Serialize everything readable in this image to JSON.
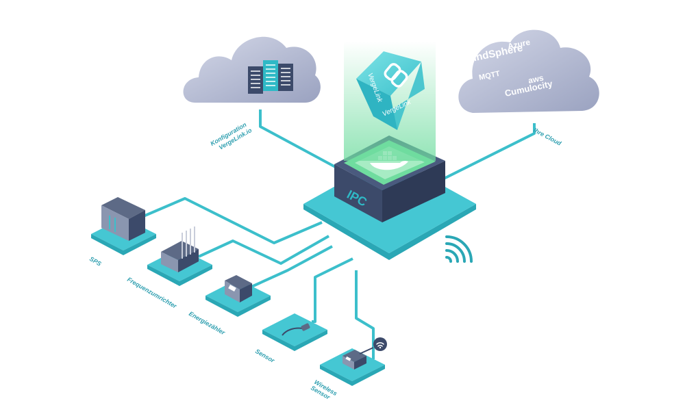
{
  "colors": {
    "teal": "#3fc3cf",
    "teal_dark": "#2aa7b5",
    "line": "#3cbfcb",
    "label": "#2f9fb0",
    "cloud": "#b9bfd6",
    "box_dark": "#3c4a6a",
    "green": "#7ed9a8"
  },
  "cloud_left": {
    "caption_line1": "Konfiguration",
    "caption_line2": "VergeLink.io"
  },
  "cloud_right": {
    "caption": "Ihre Cloud",
    "brands": [
      "Azure",
      "MindSphere",
      "aws",
      "MQTT",
      "Cumulocity"
    ]
  },
  "cube": {
    "label_top": "VergeLink",
    "label_side": "VergeLink"
  },
  "ipc": {
    "label": "IPC"
  },
  "devices": [
    {
      "label": "SPS"
    },
    {
      "label": "Frequenzumrichter"
    },
    {
      "label": "Energiezähler"
    },
    {
      "label": "Sensor"
    },
    {
      "label_line1": "Wireless",
      "label_line2": "Sensor"
    }
  ]
}
